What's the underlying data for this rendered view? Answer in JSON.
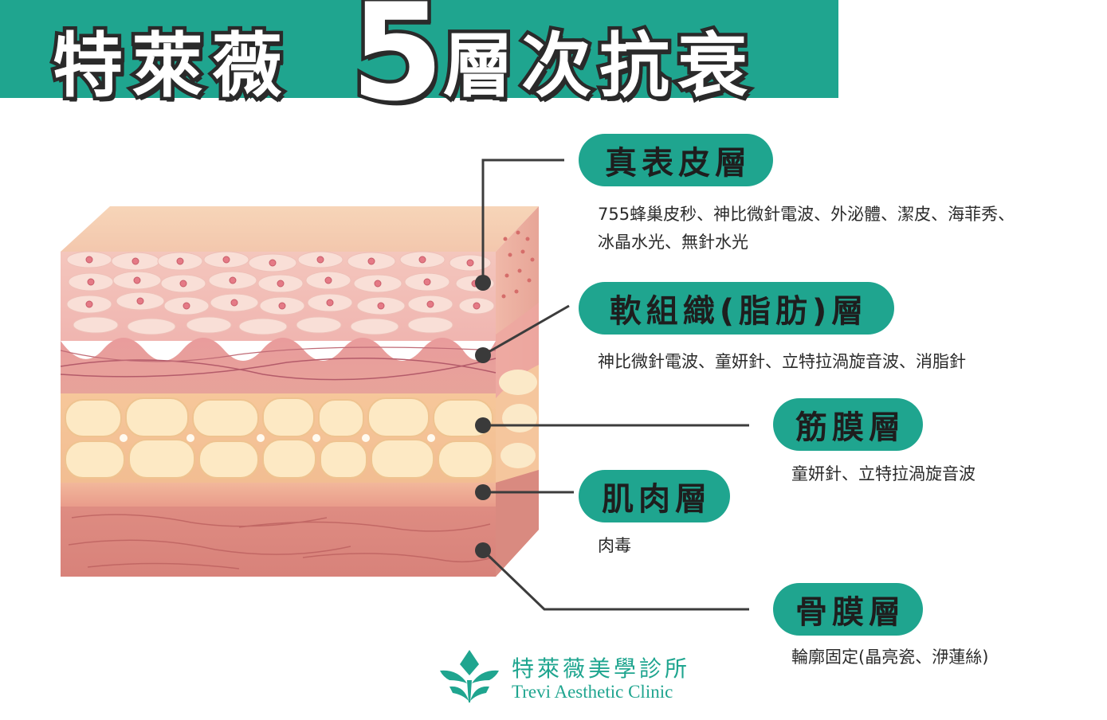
{
  "title": {
    "left": "特萊薇",
    "number": "5",
    "right": "層次抗衰"
  },
  "layers": [
    {
      "name": "真表皮層",
      "treatments": [
        "755蜂巢皮秒、神比微針電波、外泌體、潔皮、海菲秀、",
        "冰晶水光、無針水光"
      ]
    },
    {
      "name": "軟組織(脂肪)層",
      "treatments": [
        "神比微針電波、童妍針、立特拉渦旋音波、消脂針"
      ]
    },
    {
      "name": "筋膜層",
      "treatments": [
        "童妍針、立特拉渦旋音波"
      ]
    },
    {
      "name": "肌肉層",
      "treatments": [
        "肉毒"
      ]
    },
    {
      "name": "骨膜層",
      "treatments": [
        "輪廓固定(晶亮瓷、洢蓮絲)"
      ]
    }
  ],
  "logo": {
    "cn": "特萊薇美學診所",
    "en": "Trevi Aesthetic Clinic"
  },
  "colors": {
    "brand_teal": "#1fa58f",
    "title_stroke": "#2a2a2a",
    "leader_line": "#3c3c3c"
  }
}
